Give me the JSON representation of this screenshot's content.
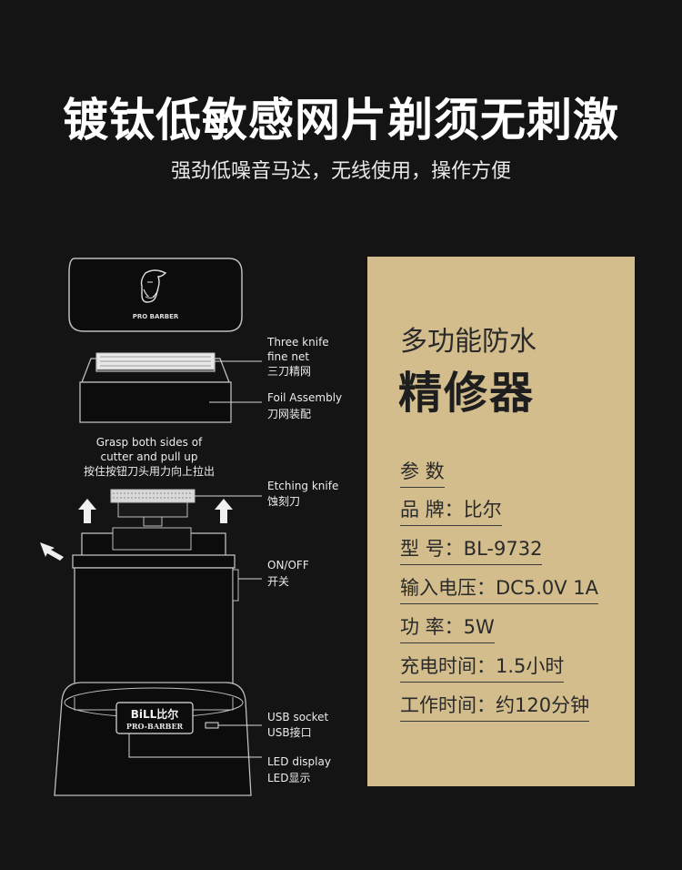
{
  "header": {
    "title": "镀钛低敏感网片剃须无刺激",
    "subtitle": "强劲低噪音马达，无线使用，操作方便"
  },
  "diagram": {
    "labels": {
      "three_knife_en": "Three knife\nfine net",
      "three_knife_cn": "三刀精网",
      "foil_en": "Foil Assembly",
      "foil_cn": "刀网装配",
      "grasp_en": "Grasp both sides of\ncutter and pull up",
      "grasp_cn": "按住按钮刀头用力向上拉出",
      "etching_en": "Etching knife",
      "etching_cn": "蚀刻刀",
      "onoff_en": "ON/OFF",
      "onoff_cn": "开关",
      "usb_en": "USB socket",
      "usb_cn": "USB接口",
      "led_en": "LED display",
      "led_cn": "LED显示"
    },
    "cap_logo": "PRO BARBER",
    "body_logo_main": "BiLL比尔",
    "body_logo_sub": "PRO-BARBER"
  },
  "specs": {
    "heading_small": "多功能防水",
    "heading_large": "精修器",
    "rows": [
      "参 数",
      "品 牌：比尔",
      "型 号：BL-9732",
      "输入电压：DC5.0V 1A",
      "功 率：5W",
      "充电时间：1.5小时",
      "工作时间：约120分钟"
    ]
  },
  "colors": {
    "background": "#141414",
    "panel": "#d3bd8d",
    "text_light": "#ffffff",
    "text_dark": "#2a2a2a"
  }
}
